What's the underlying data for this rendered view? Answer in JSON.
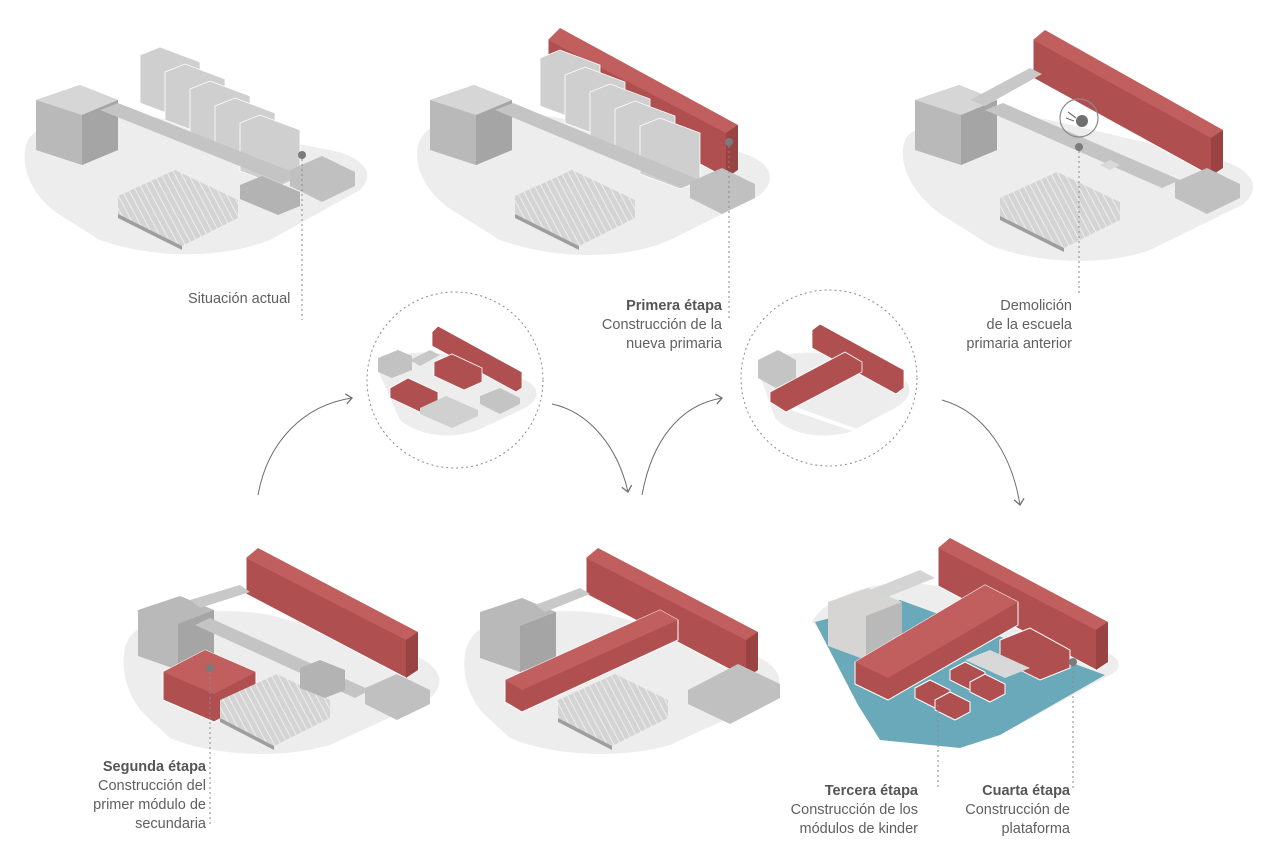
{
  "labels": {
    "situacion": {
      "line1": "Situación actual"
    },
    "primera": {
      "title": "Primera étapa",
      "line1": "Construcción de la",
      "line2": "nueva  primaria"
    },
    "demolicion": {
      "line1": "Demolición",
      "line2": "de la escuela",
      "line3": "primaria anterior"
    },
    "segunda": {
      "title": "Segunda étapa",
      "line1": "Construcción del",
      "line2": "primer módulo de",
      "line3": "secundaria"
    },
    "tercera": {
      "title": "Tercera étapa",
      "line1": "Construcción de los",
      "line2": "módulos de kinder"
    },
    "cuarta": {
      "title": "Cuarta étapa",
      "line1": "Construcción de",
      "line2": "plataforma"
    }
  },
  "colors": {
    "new_building": "#b04f4f",
    "existing_building": "#c9c9c9",
    "platform": "#6aa9b9",
    "ground": "#eeeded",
    "connector": "#8a8a8a",
    "text": "#5f5f5f"
  },
  "icons": [
    "wrecking-ball-icon",
    "curved-arrow-icon",
    "leader-line-marker"
  ]
}
